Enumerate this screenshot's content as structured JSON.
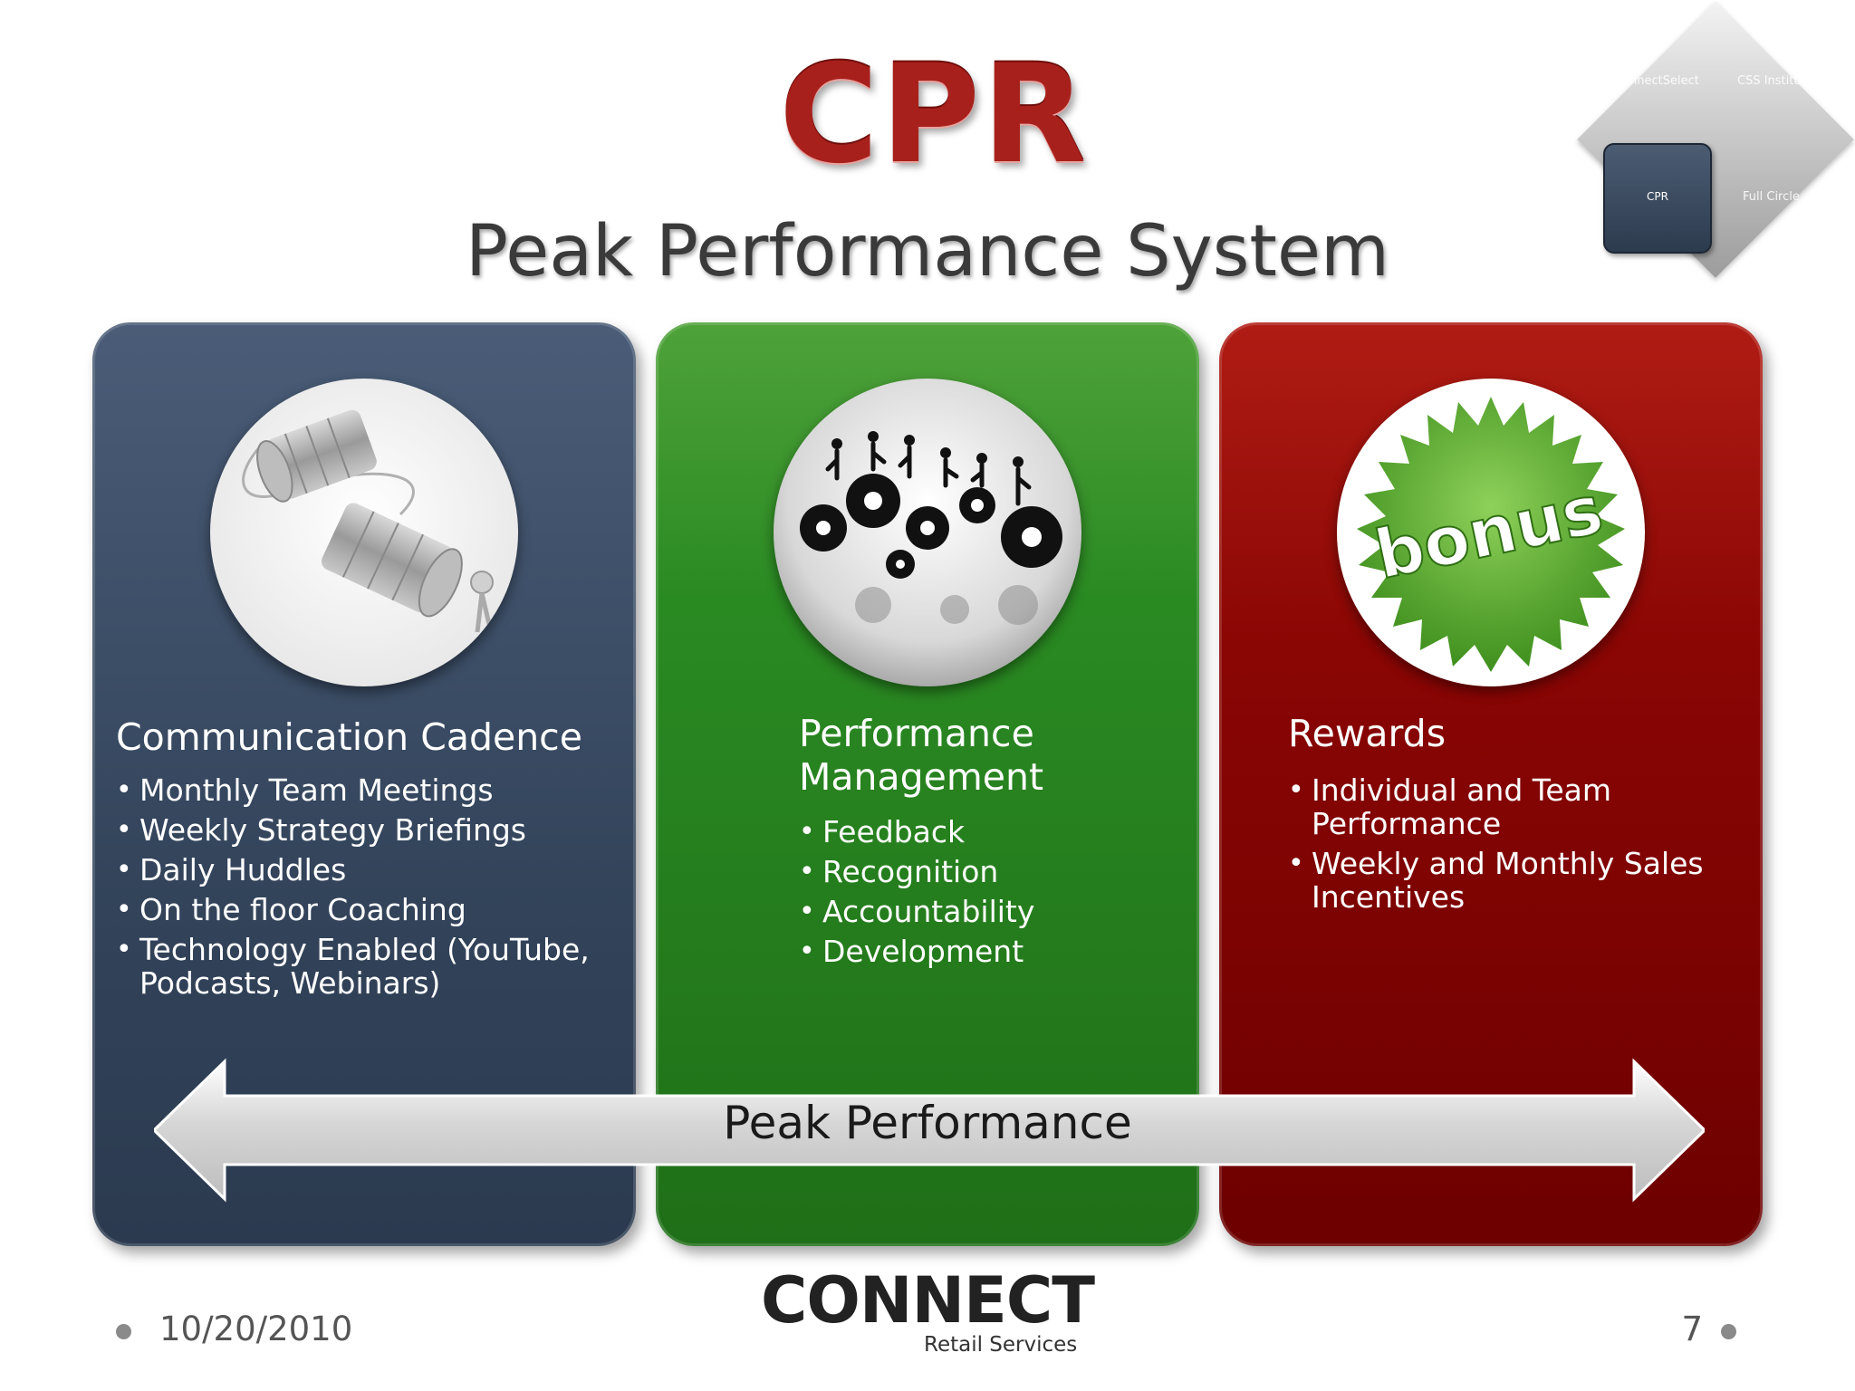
{
  "header": {
    "logo_text": "CPR",
    "subtitle": "Peak Performance System"
  },
  "diamond_nav": {
    "top_left": "ConnectSelect",
    "top_right": "CSS Institute",
    "right": "Full Circle",
    "center": "CPR"
  },
  "panels": [
    {
      "heading": "Communication Cadence",
      "bullets": [
        "Monthly Team Meetings",
        "Weekly Strategy Briefings",
        "Daily Huddles",
        "On the floor Coaching",
        "Technology Enabled (YouTube, Podcasts, Webinars)"
      ],
      "image": "tin-can-phone-icon",
      "color": "#33445b"
    },
    {
      "heading": "Performance Management",
      "bullets": [
        "Feedback",
        "Recognition",
        "Accountability",
        "Development"
      ],
      "image": "gears-with-people-icon",
      "color": "#2a8a22"
    },
    {
      "heading": "Rewards",
      "bullets": [
        "Individual and Team Performance",
        "Weekly and Monthly Sales Incentives"
      ],
      "image": "bonus-badge-icon",
      "badge_text": "bonus",
      "color": "#8a0604"
    }
  ],
  "arrow": {
    "label": "Peak Performance"
  },
  "footer": {
    "date": "10/20/2010",
    "page_number": "7",
    "brand": "CONNECT",
    "brand_sub": "Retail Services"
  }
}
